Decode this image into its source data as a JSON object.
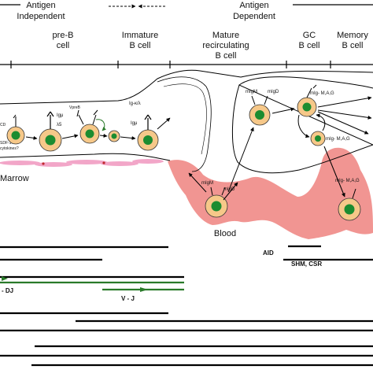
{
  "phases": {
    "antigen_independent": [
      "Antigen",
      "Independent"
    ],
    "antigen_dependent": [
      "Antigen",
      "Dependent"
    ]
  },
  "stages": {
    "pre_b": [
      "pre-B",
      "cell"
    ],
    "immature": [
      "Immature",
      "B cell"
    ],
    "mature": [
      "Mature",
      "recirculating",
      "B cell"
    ],
    "gc": [
      "GC",
      "B cell"
    ],
    "memory": [
      "Memory",
      "B cell"
    ]
  },
  "compartments": {
    "marrow": "Marrow",
    "blood": "Blood"
  },
  "cell_labels": {
    "ig_mu": "Igμ",
    "lambda5": "λ5",
    "vpreb": "VpreB",
    "ig_kappa_lambda": "Ig-κ/λ",
    "ig_mu2": "Igμ",
    "migm_mature": "mIgM",
    "migd_mature": "mIgD",
    "migm_blood": "mIgM",
    "migd_blood": "mIgD",
    "mig_gc": "mIg- M,A,G",
    "mig_gc2": "mIg- M,A,G",
    "mig_memory": "mIg- M,A,G",
    "cd": "CD",
    "sdf": "SDF-1?",
    "cytokines": "cytokines?"
  },
  "gene_labels": {
    "aid": "AID",
    "shm_csr": "SHM, CSR",
    "dj": "- DJ",
    "vj": "V - J"
  },
  "colors": {
    "cell_fill": "#f6c889",
    "cell_stroke": "#333333",
    "nucleus": "#1c8c30",
    "blood": "#f08a86",
    "marrow_stroma": "#f2a6c8",
    "gene_green": "#2a7a2a",
    "line": "#000000"
  }
}
